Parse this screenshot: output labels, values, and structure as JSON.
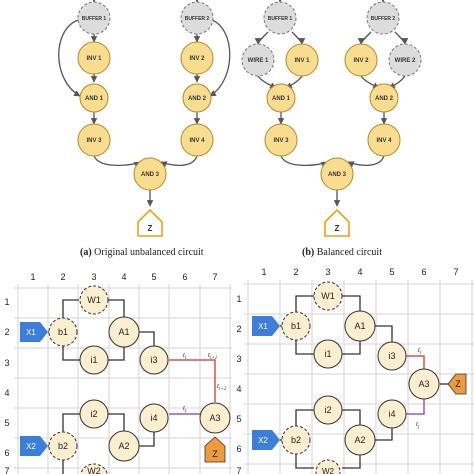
{
  "top": {
    "left": {
      "caption_letter": "(a)",
      "caption_text": "Original unbalanced circuit",
      "nodes": {
        "buffer1": "BUFFER 1",
        "buffer2": "BUFFER 2",
        "inv1": "INV 1",
        "inv2": "INV 2",
        "and1": "AND 1",
        "and2": "AND 2",
        "inv3": "INV 3",
        "inv4": "INV 4",
        "and3": "AND 3",
        "z": "Z"
      }
    },
    "right": {
      "caption_letter": "(b)",
      "caption_text": "Balanced circuit",
      "nodes": {
        "buffer1": "BUFFER 1",
        "buffer2": "BUFFER 2",
        "wire1": "WIRE 1",
        "inv1": "INV 1",
        "inv2": "INV 2",
        "wire2": "WIRE 2",
        "and1": "AND 1",
        "and2": "AND 2",
        "inv3": "INV 3",
        "inv4": "INV 4",
        "and3": "AND 3",
        "z": "Z"
      }
    }
  },
  "bottom": {
    "left": {
      "col_labels": [
        "1",
        "2",
        "3",
        "4",
        "5",
        "6",
        "7"
      ],
      "row_labels": [
        "1",
        "2",
        "3",
        "4",
        "5",
        "6",
        "7"
      ],
      "nodes": {
        "x1": "X1",
        "b1": "b1",
        "w1": "W1",
        "a1": "A1",
        "i1": "i1",
        "i3": "i3",
        "i2": "i2",
        "b2": "b2",
        "x2": "X2",
        "a2": "A2",
        "i4": "i4",
        "a3": "A3",
        "z": "Z",
        "w2": "W2"
      },
      "edge_labels": {
        "ti": "t",
        "ti_sub": "i",
        "ti1": "t",
        "ti1_sub": "i+1",
        "ti2": "t",
        "ti2_sub": "i+2",
        "tj": "t",
        "tj_sub": "j"
      }
    },
    "right": {
      "col_labels": [
        "1",
        "2",
        "3",
        "4",
        "5",
        "6",
        "7"
      ],
      "row_labels": [
        "1",
        "2",
        "3",
        "4",
        "5",
        "6",
        "7"
      ],
      "nodes": {
        "x1": "X1",
        "b1": "b1",
        "w1": "W1",
        "a1": "A1",
        "i1": "i1",
        "i3": "i3",
        "i2": "i2",
        "b2": "b2",
        "x2": "X2",
        "a2": "A2",
        "i4": "i4",
        "a3": "A3",
        "z": "Z",
        "w2": "W2"
      },
      "edge_labels": {
        "ti": "t",
        "ti_sub": "i",
        "tj": "t",
        "tj_sub": "j"
      }
    }
  },
  "colors": {
    "gate_fill": "#f9dd8e",
    "gate_stroke": "#b08a2a",
    "buffer_fill": "#dcdcdc",
    "buffer_stroke": "#777777",
    "edge": "#555555",
    "output_stroke": "#e8a317",
    "cell_fill": "#fbefcf",
    "cell_stroke": "#333333",
    "input_fill": "#3d7fd8",
    "output_fill": "#ef9a3c",
    "grid": "#d6d6d6",
    "red_edge": "#d9534f",
    "purple_edge": "#9b59b6"
  }
}
